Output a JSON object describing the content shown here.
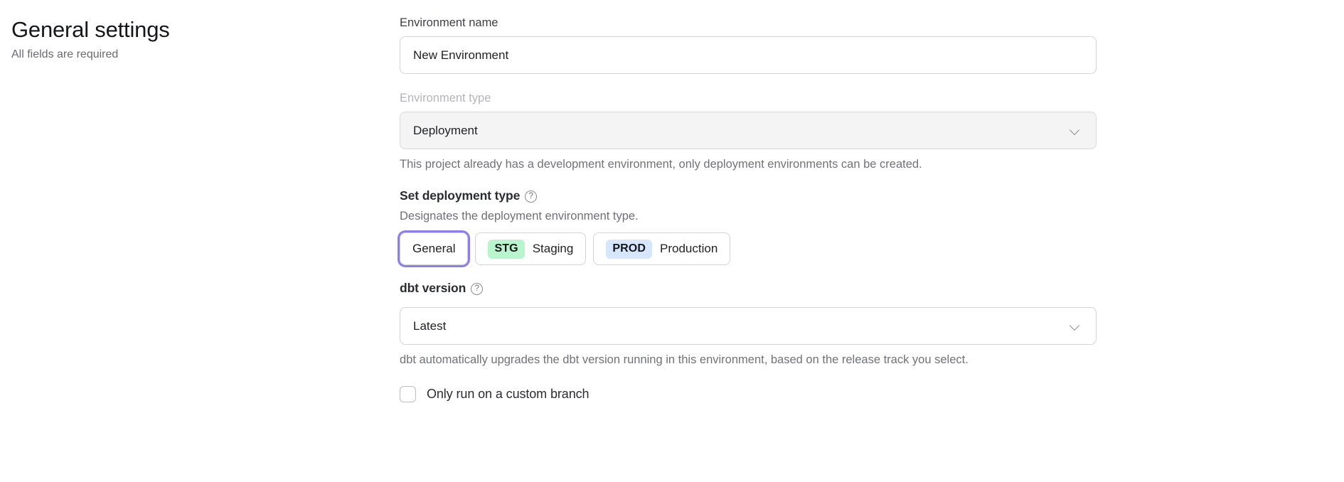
{
  "header": {
    "title": "General settings",
    "subtitle": "All fields are required"
  },
  "form": {
    "environment_name": {
      "label": "Environment name",
      "value": "New Environment",
      "placeholder": "Environment name"
    },
    "environment_type": {
      "label": "Environment type",
      "value": "Deployment",
      "disabled": true,
      "chevron_icon": "chevron-down-icon",
      "helper": "This project already has a development environment, only deployment environments can be created."
    },
    "deployment_type": {
      "label": "Set deployment type",
      "help_icon": "help-circle-icon",
      "help_glyph": "?",
      "description": "Designates the deployment environment type.",
      "options": [
        {
          "id": "general",
          "badge": "",
          "label": "General",
          "selected": true
        },
        {
          "id": "staging",
          "badge": "STG",
          "label": "Staging",
          "selected": false
        },
        {
          "id": "production",
          "badge": "PROD",
          "label": "Production",
          "selected": false
        }
      ]
    },
    "dbt_version": {
      "label": "dbt version",
      "help_icon": "help-circle-icon",
      "help_glyph": "?",
      "value": "Latest",
      "chevron_icon": "chevron-down-icon",
      "helper": "dbt automatically upgrades the dbt version running in this environment, based on the release track you select."
    },
    "custom_branch": {
      "label": "Only run on a custom branch",
      "checked": false
    }
  },
  "colors": {
    "focus_ring": "#8b7ff0",
    "badge_staging_bg": "#b8f5cd",
    "badge_production_bg": "#d6e6fd",
    "border": "#d3d4d8",
    "disabled_bg": "#f4f4f5"
  }
}
